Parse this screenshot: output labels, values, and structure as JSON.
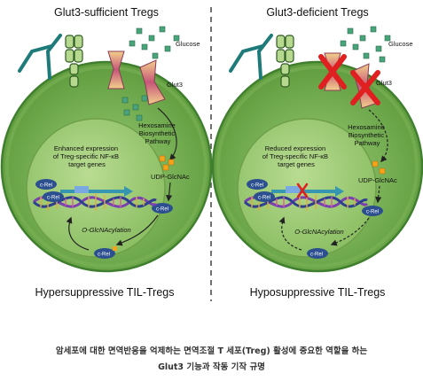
{
  "panels": {
    "left": {
      "title": "Glut3-sufficient Tregs",
      "glucose_label": "Glucose",
      "glut3_label": "Glut3",
      "pathway_label": [
        "Hexosamine",
        "Biosynthetic",
        "Pathway"
      ],
      "product_label": "UDP-GlcNAc",
      "expression_text": [
        "Enhanced expression",
        "of Treg-specific NF-κB",
        "target genes"
      ],
      "modification_label": "O-GlcNAcylation",
      "protein_label": "c-Rel",
      "footer": "Hypersuppressive TIL-Tregs"
    },
    "right": {
      "title": "Glut3-deficient Tregs",
      "glucose_label": "Glucose",
      "glut3_label": "Glut3",
      "pathway_label": [
        "Hexosamine",
        "Biosynthetic",
        "Pathway"
      ],
      "product_label": "UDP-GlcNAc",
      "expression_text": [
        "Reduced expression",
        "of Treg-specific NF-κB",
        "target genes"
      ],
      "modification_label": "O-GlcNAcylation",
      "protein_label": "c-Rel",
      "footer": "Hyposuppressive TIL-Tregs"
    }
  },
  "caption": {
    "line1": "암세포에 대한 면역반응을 억제하는 면역조절 T 세포(Treg) 활성에 중요한 역할을 하는",
    "line2": "Glut3 기능과 작동 기작 규명"
  },
  "colors": {
    "cell_outer": "#6fae4b",
    "cell_inner": "#8cc46a",
    "nucleus": "#a6d17f",
    "membrane": "#3f7f2e",
    "glut3": "#e0a96f",
    "glucose": "#4aa37a",
    "udp_glcnac": "#f4a31c",
    "crel": "#2c4f8f",
    "inhibit_x": "#e02020"
  }
}
